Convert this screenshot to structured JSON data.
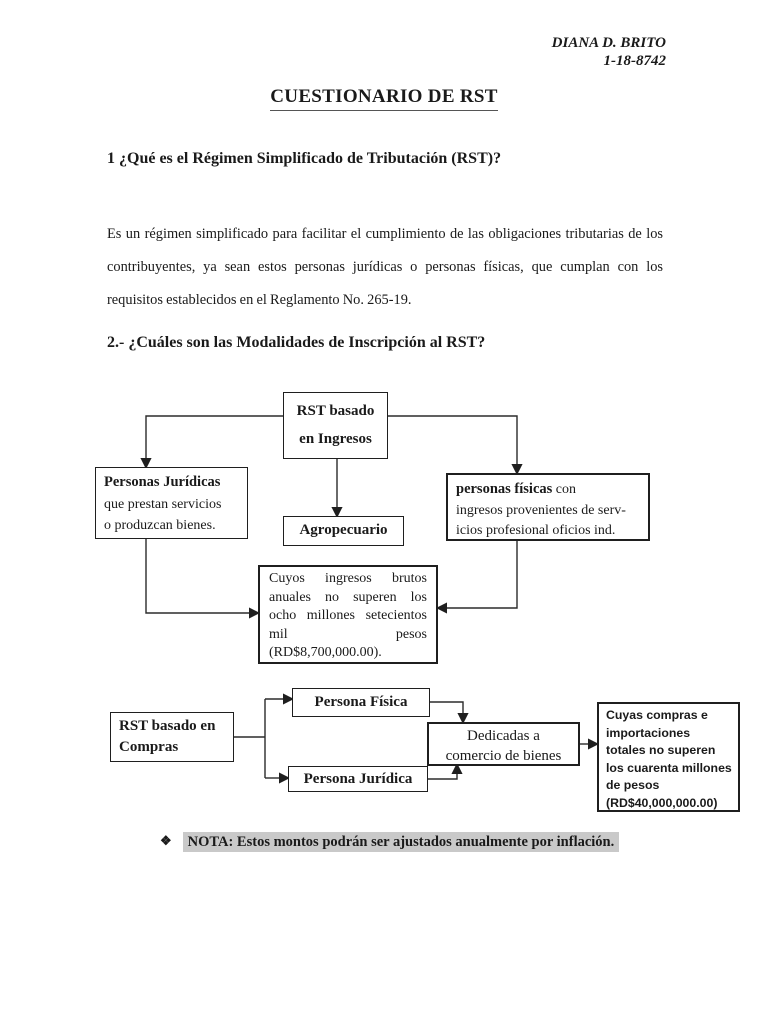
{
  "page": {
    "header": {
      "name": "DIANA D. BRITO",
      "id": "1-18-8742"
    },
    "title": "CUESTIONARIO DE RST",
    "q1": {
      "heading": "1 ¿Qué es el Régimen Simplificado de Tributación (RST)?",
      "body": "Es un régimen simplificado para facilitar el cumplimiento de las obligaciones tributarias de los contribuyentes, ya sean estos personas jurídicas o personas físicas, que cumplan con los requisitos establecidos en el Reglamento No. 265-19."
    },
    "q2": {
      "heading": "2.- ¿Cuáles son las Modalidades de Inscripción al RST?"
    },
    "note": {
      "bullet": "❖",
      "text": "NOTA: Estos montos podrán ser ajustados anualmente por inflación."
    }
  },
  "diagram": {
    "rst_ingresos": {
      "line1": "RST basado",
      "line2": "en Ingresos"
    },
    "personas_juridicas": {
      "title": "Personas Jurídicas",
      "line2": "que prestan servicios",
      "line3": "o produzcan bienes."
    },
    "agropecuario": {
      "label": "Agropecuario"
    },
    "personas_fisicas": {
      "title": "personas físicas",
      "title_rest": " con",
      "line2": "ingresos provenientes  de serv-",
      "line3": "icios profesional oficios ind."
    },
    "cuyos_ingresos": {
      "lines": [
        "Cuyos ingresos brutos",
        "anuales no superen los",
        "ocho millones setecientos",
        "mil pesos",
        "(RD$8,700,000.00)."
      ]
    },
    "rst_compras": {
      "line1": "RST basado en",
      "line2": "Compras"
    },
    "persona_fisica": {
      "label": "Persona Física"
    },
    "persona_juridica": {
      "label": "Persona Jurídica"
    },
    "dedicadas": {
      "line1": "Dedicadas a",
      "line2": "comercio de bienes"
    },
    "cuyas_compras": {
      "lines": [
        "Cuyas compras e",
        "importaciones",
        "totales no superen",
        "los cuarenta millones",
        "de pesos",
        "(RD$40,000,000.00)"
      ]
    }
  },
  "colors": {
    "text": "#1a1a1a",
    "border": "#1f1f1f",
    "connector": "#2b2b2b",
    "note_highlight": "#c9c9c9",
    "background": "#ffffff"
  }
}
